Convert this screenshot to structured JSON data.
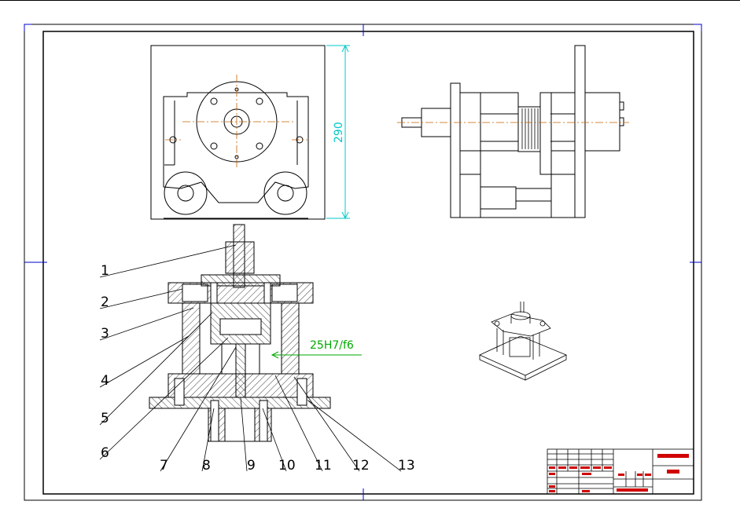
{
  "drawing": {
    "dimension_height": "290",
    "fit_tolerance": "25H7/f6",
    "part_labels": [
      "1",
      "2",
      "3",
      "4",
      "5",
      "6",
      "7",
      "8",
      "9",
      "10",
      "11",
      "12",
      "13"
    ],
    "colors": {
      "line": "#000000",
      "centerline": "#c86400",
      "dimension": "#00c8c8",
      "fit_leader": "#00aa00",
      "title_red": "#d00000",
      "hatch": "#555555"
    }
  }
}
